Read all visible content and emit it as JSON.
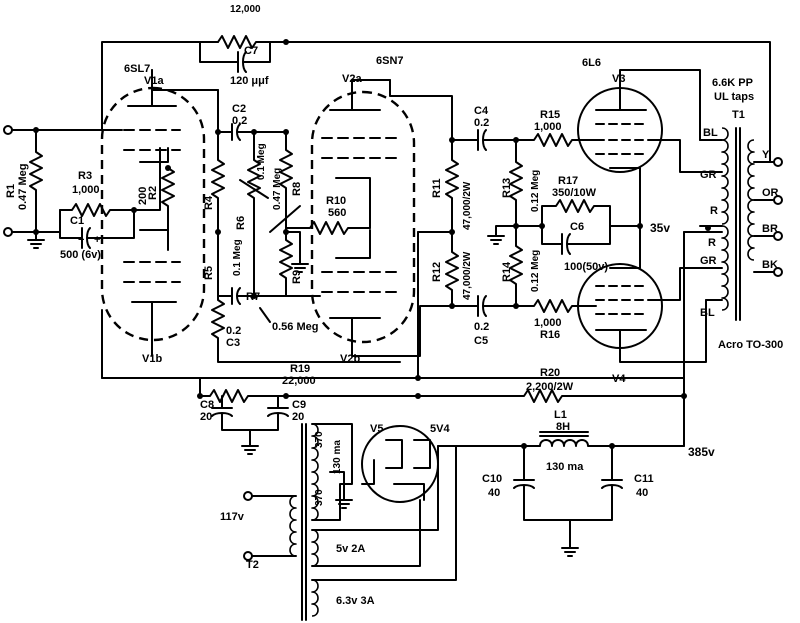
{
  "tubes": {
    "v1a": "V1a",
    "v1b": "V1b",
    "v1_type": "6SL7",
    "v2a": "V2a",
    "v2b": "V2b",
    "v2_type": "6SN7",
    "v3": "V3",
    "v4": "V4",
    "v34_type": "6L6",
    "v5": "V5",
    "v5_type": "5V4"
  },
  "components": {
    "r1": {
      "name": "R1",
      "value": "0.47 Meg"
    },
    "r2": {
      "name": "R2",
      "value": "200"
    },
    "r3": {
      "name": "R3",
      "value": "1,000"
    },
    "c1": {
      "name": "C1",
      "value": "500 (6v)"
    },
    "r4": {
      "name": "R4",
      "value": "0.1 Meg"
    },
    "r5": {
      "name": "R5",
      "value": "0.1 Meg"
    },
    "c2": {
      "name": "C2",
      "value": "0.2"
    },
    "c3": {
      "name": "C3",
      "value": "0.2"
    },
    "r6": {
      "name": "R6",
      "value": "0.47 Meg"
    },
    "r7": {
      "name": "R7",
      "value": "0.56 Meg"
    },
    "r8": {
      "name": "R8"
    },
    "r9": {
      "name": "R9"
    },
    "r10": {
      "name": "R10",
      "value": "560"
    },
    "rfb": {
      "value": "12,000"
    },
    "c7": {
      "name": "C7",
      "value": "120 μμf"
    },
    "r11": {
      "name": "R11",
      "value": "47,000/2W"
    },
    "r12": {
      "name": "R12",
      "value": "47,000/2W"
    },
    "c4": {
      "name": "C4",
      "value": "0.2"
    },
    "c5": {
      "name": "C5",
      "value": "0.2"
    },
    "r13": {
      "name": "R13",
      "value": "0.12 Meg"
    },
    "r14": {
      "name": "R14",
      "value": "0.12 Meg"
    },
    "r15": {
      "name": "R15",
      "value": "1,000"
    },
    "r16": {
      "name": "R16",
      "value": "1,000"
    },
    "r17": {
      "name": "R17",
      "value": "350/10W"
    },
    "c6": {
      "name": "C6",
      "value": "100(50v)"
    },
    "r19": {
      "name": "R19",
      "value": "22,000"
    },
    "c8": {
      "name": "C8",
      "value": "20"
    },
    "c9": {
      "name": "C9",
      "value": "20"
    },
    "r20": {
      "name": "R20",
      "value": "2,200/2W"
    },
    "l1": {
      "name": "L1",
      "value": "8H",
      "current": "130 ma"
    },
    "c10": {
      "name": "C10",
      "value": "40"
    },
    "c11": {
      "name": "C11",
      "value": "40"
    }
  },
  "output_transformer": {
    "name": "T1",
    "spec_line1": "6.6K PP",
    "spec_line2": "UL taps",
    "model": "Acro TO-300",
    "taps": [
      "BL",
      "GR",
      "R",
      "R",
      "GR",
      "BL"
    ],
    "secondary_taps": [
      "Y",
      "OR",
      "BR",
      "BK"
    ]
  },
  "power_transformer": {
    "name": "T2",
    "mains": "117v",
    "hv_top": "370",
    "hv_bottom": "370",
    "hv_current": "130 ma",
    "rect_winding": "5v 2A",
    "heater_winding": "6.3v 3A"
  },
  "nodes": {
    "cathode_bias": "35v",
    "b_plus": "385v"
  }
}
